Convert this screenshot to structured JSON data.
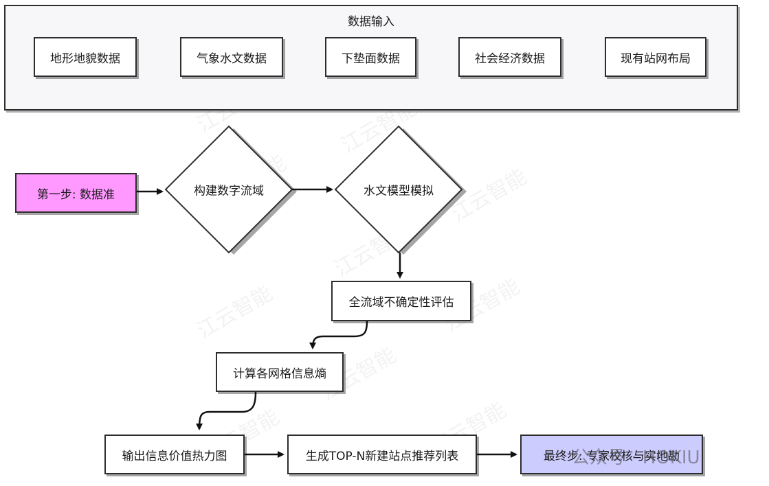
{
  "container": {
    "title": "数据输入"
  },
  "inputs": [
    {
      "label": "地形地貌数据"
    },
    {
      "label": "气象水文数据"
    },
    {
      "label": "下垫面数据"
    },
    {
      "label": "社会经济数据"
    },
    {
      "label": "现有站网布局"
    }
  ],
  "steps": {
    "start": "第一步: 数据准",
    "build_basin": "构建数字流域",
    "hydro_model": "水文模型模拟",
    "uncertainty": "全流域不确定性评估",
    "entropy": "计算各网格信息熵",
    "heatmap": "输出信息价值热力图",
    "topn": "生成TOP-N新建站点推荐列表",
    "final": "最终步: 专家校核与实地勘"
  },
  "watermark": {
    "text": "江云智能"
  },
  "credit": {
    "text": "公众号 · HOKIU"
  },
  "colors": {
    "start_fill": "#ff99ff",
    "final_fill": "#ccccff",
    "border": "#2d2d2d"
  }
}
